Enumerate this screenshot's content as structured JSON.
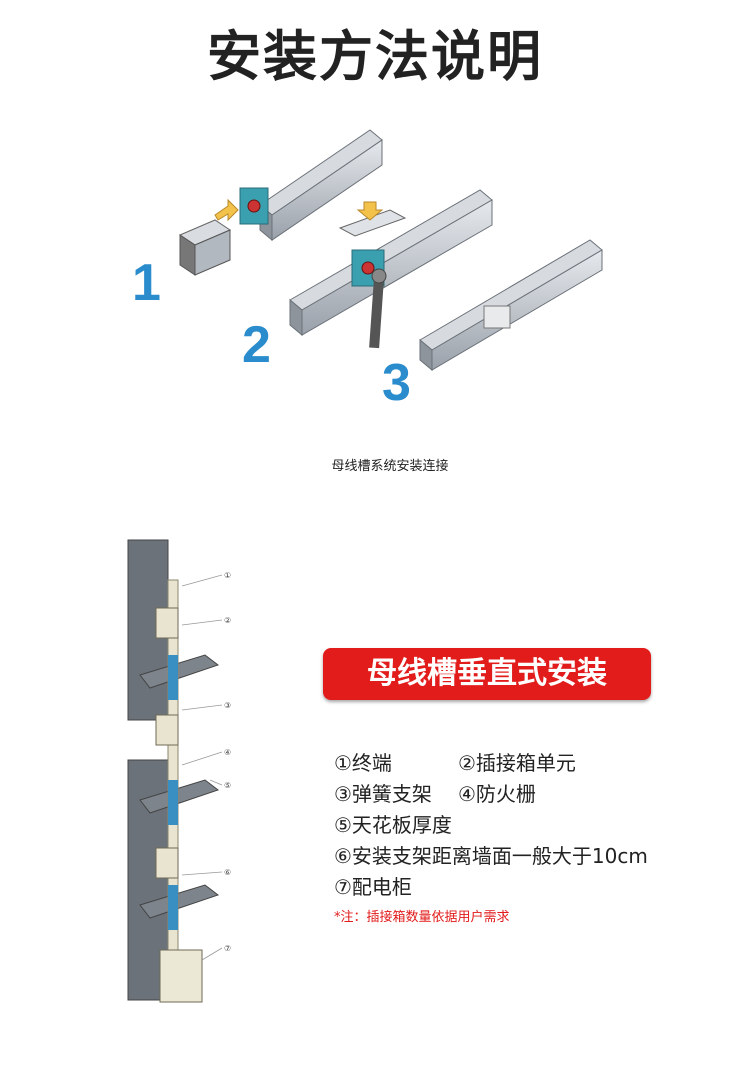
{
  "page": {
    "title": "安装方法说明"
  },
  "steps_section": {
    "step_numbers": [
      "1",
      "2",
      "3"
    ],
    "caption": "母线槽系统安装连接"
  },
  "vertical_section": {
    "diagram_callouts": [
      "①",
      "②",
      "③",
      "④",
      "⑤",
      "⑥",
      "⑦"
    ],
    "banner": "母线槽垂直式安装",
    "legend": [
      [
        "①终端",
        "②插接箱单元"
      ],
      [
        "③弹簧支架",
        "④防火栅"
      ],
      [
        "⑤天花板厚度"
      ],
      [
        "⑥安装支架距离墙面一般大于10cm"
      ],
      [
        "⑦配电柜"
      ]
    ],
    "note": "*注：插接箱数量依据用户需求"
  },
  "colors": {
    "accent_red": "#e21b1b",
    "step_blue": "#2a8ccc",
    "busway_gray": "#b8bec6",
    "joint_teal": "#3aa0b0"
  }
}
